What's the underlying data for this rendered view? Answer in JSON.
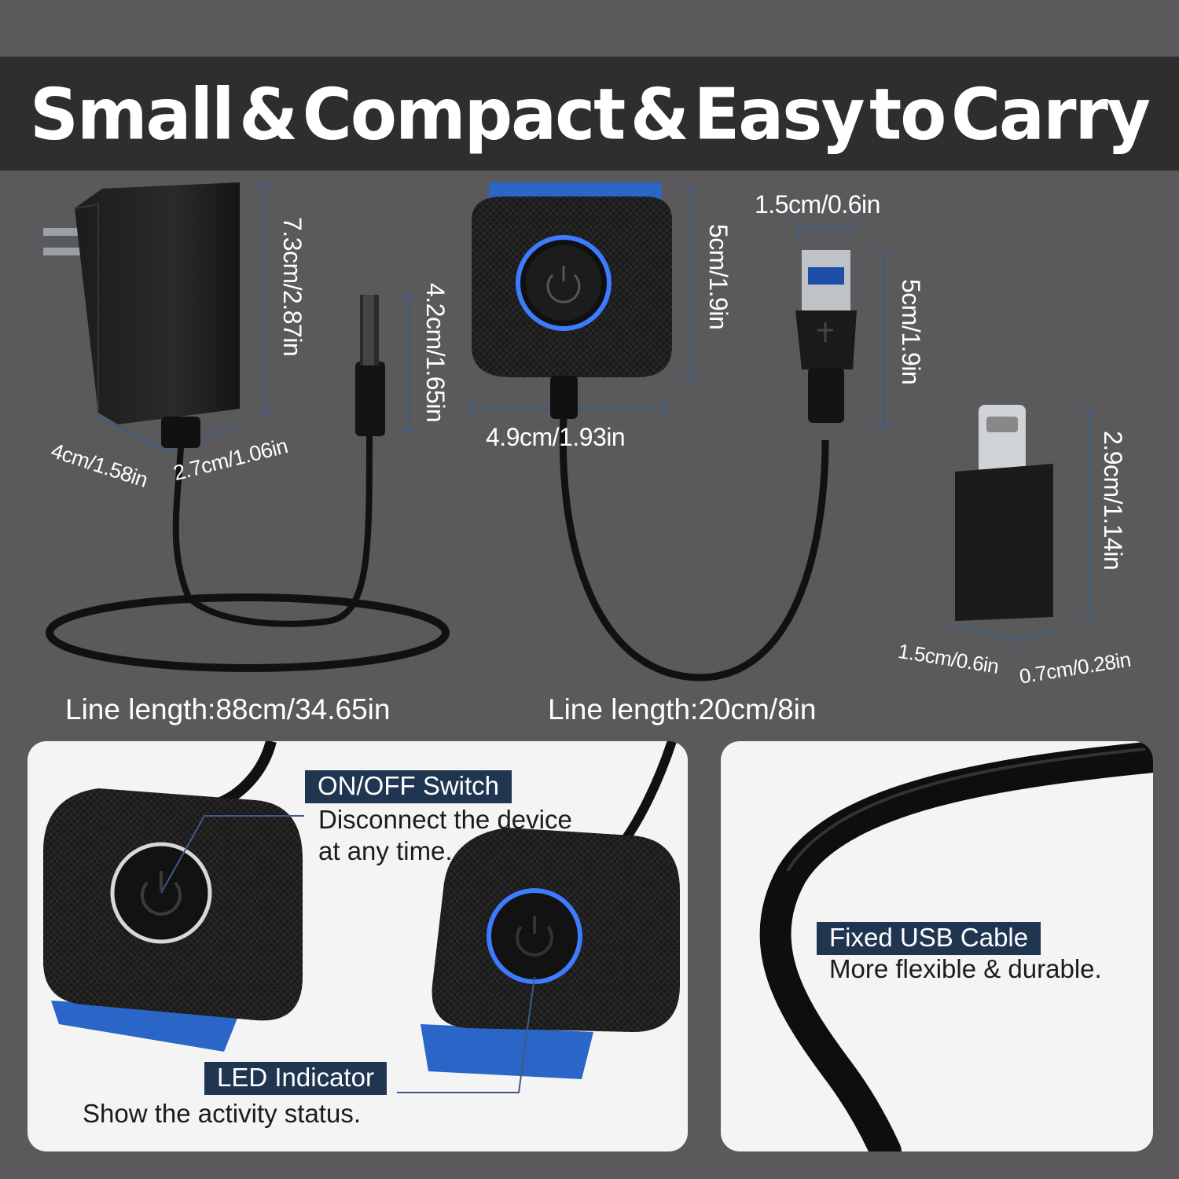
{
  "header": {
    "words": [
      "Small",
      "&",
      "Compact",
      "&",
      "Easy",
      "to",
      "Carry"
    ]
  },
  "dimensions": {
    "adapter_height": "7.3cm/2.87in",
    "adapter_width": "4cm/1.58in",
    "adapter_depth": "2.7cm/1.06in",
    "dc_plug_length": "4.2cm/1.65in",
    "sata_height": "5cm/1.9in",
    "sata_width": "4.9cm/1.93in",
    "usb_width": "1.5cm/0.6in",
    "usb_height": "5cm/1.9in",
    "typec_height": "2.9cm/1.14in",
    "typec_width": "1.5cm/0.6in",
    "typec_depth": "0.7cm/0.28in"
  },
  "captions": {
    "power_line": "Line length:88cm/34.65in",
    "usb_line": "Line length:20cm/8in"
  },
  "features": {
    "switch": {
      "tag": "ON/OFF Switch",
      "desc_line1": "Disconnect the device",
      "desc_line2": "at any time."
    },
    "led": {
      "tag": "LED Indicator",
      "desc": "Show the activity status."
    },
    "cable": {
      "tag": "Fixed USB Cable",
      "desc": "More flexible & durable."
    }
  },
  "colors": {
    "background": "#5a5a5c",
    "banner": "#2e2e2f",
    "tag_bg": "#1f3550",
    "led_blue": "#3d7bff",
    "connector_blue": "#2a66c8",
    "dimension_line": "#3f5a86"
  },
  "icons": [
    "power-icon",
    "usb-trident-icon"
  ]
}
